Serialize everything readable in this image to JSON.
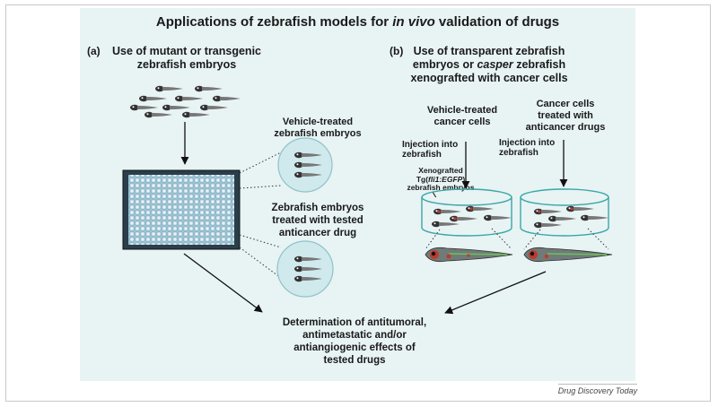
{
  "title": {
    "before": "Applications of zebrafish models for ",
    "italic": "in vivo",
    "after": " validation of drugs"
  },
  "panel_a": {
    "label": "(a)",
    "heading_line1": "Use of mutant or transgenic",
    "heading_line2": "zebrafish embryos",
    "vehicle_line1": "Vehicle-treated",
    "vehicle_line2": "zebrafish embryos",
    "drug_line1": "Zebrafish embryos",
    "drug_line2": "treated with tested",
    "drug_line3": "anticancer drug"
  },
  "panel_b": {
    "label": "(b)",
    "heading_line1": "Use of transparent zebrafish",
    "heading_line2_before": "embryos or ",
    "heading_line2_italic": "casper",
    "heading_line2_after": " zebrafish",
    "heading_line3": "xenografted with cancer cells",
    "vehicle_cells_line1": "Vehicle-treated",
    "vehicle_cells_line2": "cancer cells",
    "drug_cells_line1": "Cancer cells",
    "drug_cells_line2": "treated with",
    "drug_cells_line3": "anticancer drugs",
    "injection_left_line1": "Injection into",
    "injection_left_line2": "zebrafish",
    "injection_right_line1": "Injection into",
    "injection_right_line2": "zebrafish",
    "xeno_line1": "Xenografted",
    "xeno_line2_before": "Tg(",
    "xeno_line2_italic": "fli1:EGFP",
    "xeno_line2_after": ")",
    "xeno_line3": "zebrafish embryos"
  },
  "result": {
    "line1": "Determination of antitumoral,",
    "line2": "antimetastatic and/or",
    "line3": "antiangiogenic effects of",
    "line4": "tested drugs"
  },
  "footer": "Drug Discovery Today",
  "colors": {
    "panel_bg": "#e8f3f4",
    "dish_stroke": "#3aa6a6",
    "circle_fill": "#cfe9ec",
    "tumor_red": "#c0392b",
    "fish_green": "#6dbf5a"
  }
}
